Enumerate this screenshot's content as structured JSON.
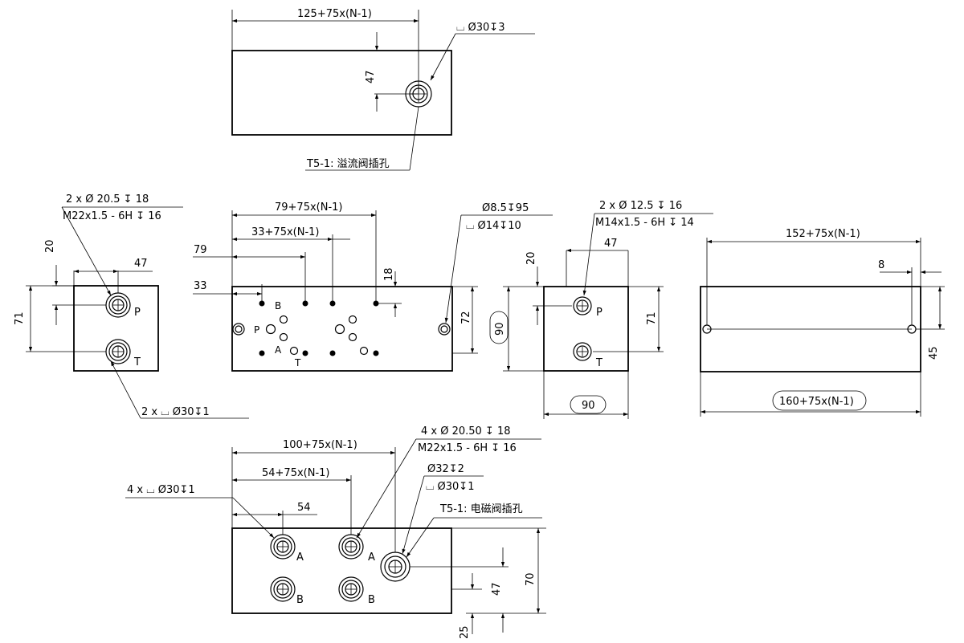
{
  "top_view": {
    "dim_length": "125+75x(N-1)",
    "dim_vertical": "47",
    "callout_spec": "⌴ Ø30↧3",
    "callout_name": "T5-1: 溢流阀插孔"
  },
  "left_end_view": {
    "port_spec_line1": "2 x Ø 20.5 ↧ 18",
    "port_spec_line2": "M22x1.5 - 6H ↧ 16",
    "dim_47": "47",
    "dim_20": "20",
    "dim_71": "71",
    "port_p": "P",
    "port_t": "T",
    "counterbore_spec": "2 x ⌴ Ø30↧1"
  },
  "front_view": {
    "dim_79n": "79+75x(N-1)",
    "dim_33n": "33+75x(N-1)",
    "dim_79": "79",
    "dim_33": "33",
    "dim_18": "18",
    "dim_72": "72",
    "hole_spec_line1": "Ø8.5↧95",
    "hole_spec_line2": "⌴ Ø14↧10",
    "label_b": "B",
    "label_p": "P",
    "label_a": "A",
    "label_t": "T"
  },
  "right_end_view": {
    "port_spec_line1": "2 x Ø 12.5 ↧ 16",
    "port_spec_line2": "M14x1.5 - 6H ↧ 14",
    "dim_47": "47",
    "dim_20": "20",
    "dim_90_left": "90",
    "dim_71": "71",
    "dim_90_bottom": "90",
    "port_p": "P",
    "port_t": "T"
  },
  "side_view": {
    "dim_152n": "152+75x(N-1)",
    "dim_8": "8",
    "dim_45": "45",
    "dim_160n": "160+75x(N-1)"
  },
  "bottom_view": {
    "dim_100n": "100+75x(N-1)",
    "dim_54n": "54+75x(N-1)",
    "dim_54": "54",
    "counterbore_spec": "4 x ⌴ Ø30↧1",
    "port_spec_line1": "4 x Ø 20.50 ↧ 18",
    "port_spec_line2": "M22x1.5 - 6H ↧ 16",
    "cavity_spec_line1": "Ø32↧2",
    "cavity_spec_line2": "⌴ Ø30↧1",
    "callout_name": "T5-1: 电磁阀插孔",
    "dim_70": "70",
    "dim_47": "47",
    "dim_25": "25",
    "label_a1": "A",
    "label_a2": "A",
    "label_b1": "B",
    "label_b2": "B"
  }
}
